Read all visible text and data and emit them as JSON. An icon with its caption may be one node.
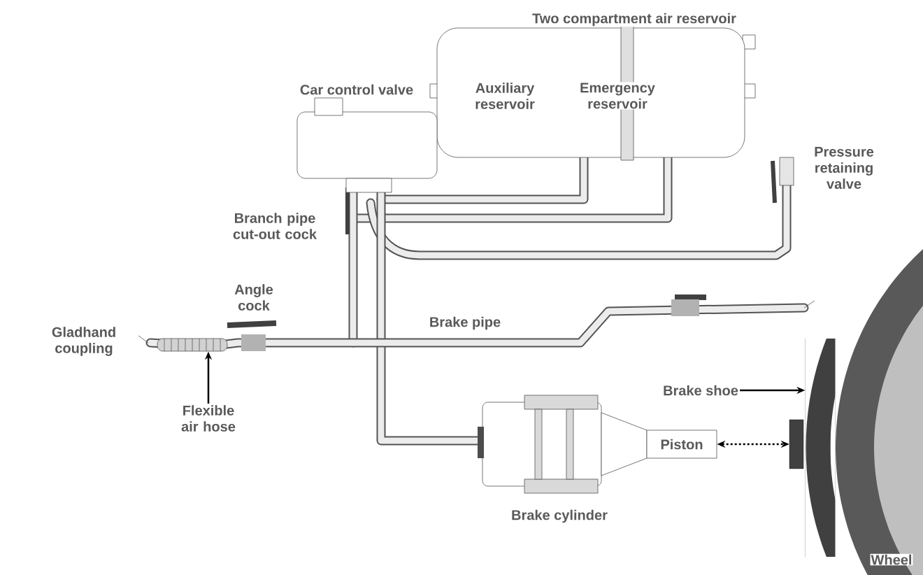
{
  "diagram": {
    "nodes": [
      {
        "text": [
          "Flexible air hose"
        ]
      },
      {
        "text": [],
        "shape": "picture"
      },
      {
        "text": [
          "Brake shoe"
        ]
      },
      {
        "text": [],
        "shape": "picture"
      },
      {
        "text": [
          "Piston"
        ]
      },
      {
        "text": [],
        "shape": "box"
      }
    ],
    "edges": [
      {
        "from": 0,
        "to": 1,
        "arrow": "to"
      },
      {
        "from": 2,
        "to": 3,
        "arrow": "to"
      },
      {
        "from": 4,
        "to": 5,
        "arrow": "both",
        "style": "dashed"
      }
    ],
    "labels": [
      "Two compartment air reservoir",
      "Car control valve",
      "Auxiliary reservoir",
      "Emergency reservoir",
      "Pressure retaining valve",
      "Branch pipe cut-out cock",
      "Angle cock",
      "Gladhand coupling",
      "Brake pipe",
      "Brake cylinder",
      "Wheel"
    ]
  }
}
